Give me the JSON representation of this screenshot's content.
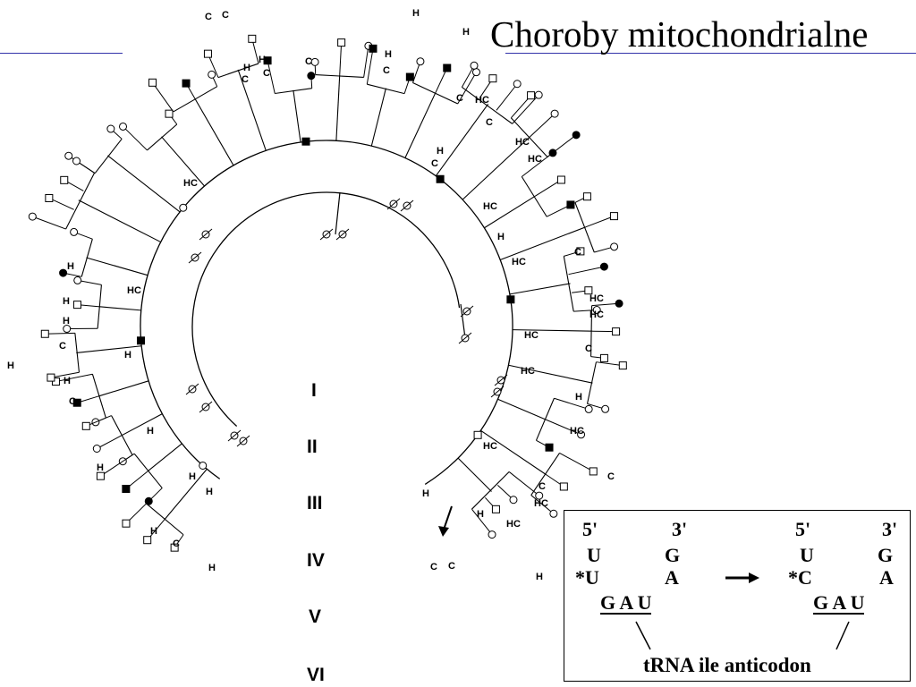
{
  "title": "Choroby mitochondrialne",
  "colors": {
    "rule": "#3333aa",
    "ink": "#000000"
  },
  "generations": [
    "I",
    "II",
    "III",
    "IV",
    "V",
    "VI"
  ],
  "pedigree_labels": [
    "C",
    "C",
    "H",
    "H",
    "H",
    "C",
    "H",
    "C",
    "C",
    "H",
    "C",
    "C",
    "HC",
    "C",
    "H",
    "C",
    "HC",
    "HC",
    "HC",
    "HC",
    "H",
    "C",
    "HC",
    "HC",
    "HC",
    "H",
    "H",
    "H",
    "C",
    "H",
    "HC",
    "H",
    "H",
    "C",
    "H",
    "H",
    "H",
    "H",
    "H",
    "C",
    "H",
    "HC",
    "HC",
    "C",
    "H",
    "HC",
    "C",
    "HC",
    "C",
    "HC",
    "H",
    "H",
    "HC",
    "C",
    "C",
    "H"
  ],
  "inset": {
    "left": {
      "five": "5'",
      "three": "3'",
      "r1a": "U",
      "r1b": "G",
      "r2a": "*U",
      "r2b": "A",
      "codon": "G A U"
    },
    "right": {
      "five": "5'",
      "three": "3'",
      "r1a": "U",
      "r1b": "G",
      "r2a": "*C",
      "r2b": "A",
      "codon": "G A U"
    },
    "caption": "tRNA ile  anticodon",
    "arrow_icon": "arrow-right-icon"
  }
}
